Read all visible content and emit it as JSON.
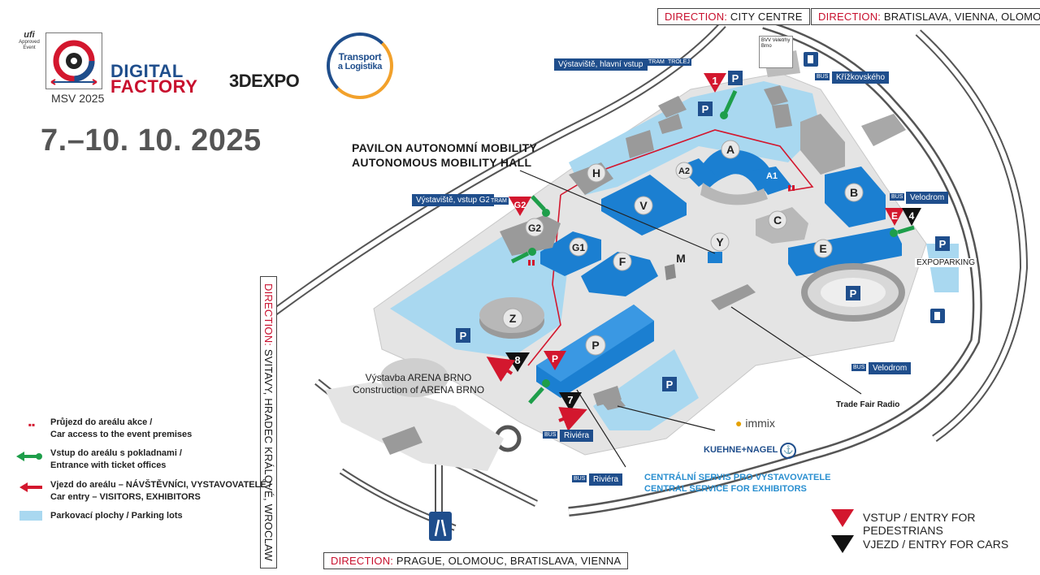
{
  "header": {
    "ufi_line1": "ufi",
    "ufi_line2": "Approved",
    "ufi_line3": "Event",
    "msv_label": "MSV 2025",
    "digital_line1": "DIGITAL",
    "digital_line2": "FACTORY",
    "expo3d": "3DEXPO",
    "transport_line1": "Transport",
    "transport_line2": "a Logistika",
    "dates": "7.–10. 10. 2025"
  },
  "directions": {
    "top_city": {
      "kw": "DIRECTION:",
      "rest": " CITY CENTRE"
    },
    "top_bratislava": {
      "kw": "DIRECTION:",
      "rest": " BRATISLAVA, VIENNA, OLOMOUC"
    },
    "left": {
      "kw": "DIRECTION:",
      "rest": " SVITAVY, HRADEC KRÁLOVÉ, WROCLAW"
    },
    "bottom": {
      "kw": "DIRECTION:",
      "rest": " PRAGUE, OLOMOUC, BRATISLAVA, VIENNA"
    }
  },
  "halls": {
    "A": "A",
    "A1": "A1",
    "A2": "A2",
    "B": "B",
    "C": "C",
    "E": "E",
    "F": "F",
    "G1": "G1",
    "G2": "G2",
    "H": "H",
    "M": "M",
    "P": "P",
    "V": "V",
    "Y": "Y",
    "Z": "Z"
  },
  "parking_label": "P",
  "entrances": {
    "e1": "1",
    "eG2": "G2",
    "eE": "E",
    "e4": "4",
    "e8": "8",
    "eP": "P",
    "e7": "7"
  },
  "stops": {
    "main": "Výstaviště, hlavní vstup",
    "g2": "Výstaviště, vstup G2",
    "krizkovskeho": "Křížkovského",
    "velodrom1": "Velodrom",
    "velodrom2": "Velodrom",
    "riviera1": "Riviéra",
    "riviera2": "Riviéra",
    "tram": "TRAM",
    "trolej": "TROLEJ",
    "bus": "BUS"
  },
  "labels": {
    "mobility_cz": "PAVILON AUTONOMNÍ MOBILITY",
    "mobility_en": "AUTONOMOUS MOBILITY HALL",
    "arena_cz": "Výstavba ARENA BRNO",
    "arena_en": "Construction of ARENA BRNO",
    "expoparking": "EXPOPARKING",
    "trade_fair_radio": "Trade Fair Radio",
    "immix": "immix",
    "kuehne": "KUEHNE+NAGEL",
    "central_cz": "CENTRÁLNÍ SERVIS PRO VYSTAVOVATELE",
    "central_en": "CENTRAL SERVICE FOR EXHIBITORS",
    "bvv": "BVV Veletrhy Brno"
  },
  "legend": {
    "car_access_cz": "Průjezd do areálu akce /",
    "car_access_en": "Car access to the event premises",
    "entrance_cz": "Vstup do areálu s pokladnami /",
    "entrance_en": "Entrance with ticket offices",
    "car_entry_cz": "Vjezd do areálu – NÁVŠTĚVNÍCI, VYSTAVOVATELÉ /",
    "car_entry_en": "Car entry – VISITORS, EXHIBITORS",
    "parking": "Parkovací plochy / Parking lots",
    "ped": "VSTUP / ENTRY FOR PEDESTRIANS",
    "cars": "VJEZD / ENTRY FOR CARS"
  },
  "colors": {
    "hall_blue": "#1b7fd1",
    "parking_blue": "#a9d8f0",
    "ped_red": "#d3172e",
    "car_black": "#111111",
    "entrance_green": "#1e9e4a",
    "central_text": "#2a8fd0",
    "dates_gray": "#555555"
  }
}
